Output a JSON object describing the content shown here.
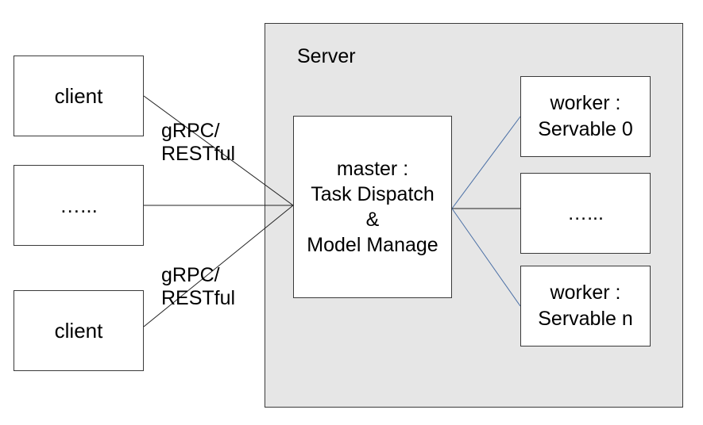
{
  "server": {
    "label": "Server"
  },
  "clients": [
    {
      "label": "client"
    },
    {
      "label": "…..."
    },
    {
      "label": "client"
    }
  ],
  "protocols": [
    {
      "line1": "gRPC/",
      "line2": "RESTful"
    },
    {
      "line1": "gRPC/",
      "line2": "RESTful"
    }
  ],
  "master": {
    "line1": "master :",
    "line2": "Task Dispatch",
    "line3": "&",
    "line4": "Model Manage"
  },
  "workers": [
    {
      "line1": "worker :",
      "line2": "Servable 0"
    },
    {
      "line1": "…..."
    },
    {
      "line1": "worker :",
      "line2": "Servable n"
    }
  ],
  "colors": {
    "server_background": "#e6e6e6",
    "box_border": "#3a3a3a",
    "client_connector": "#222222",
    "worker_connector_outer": "#4a6fa5",
    "worker_connector_middle": "#222222"
  }
}
